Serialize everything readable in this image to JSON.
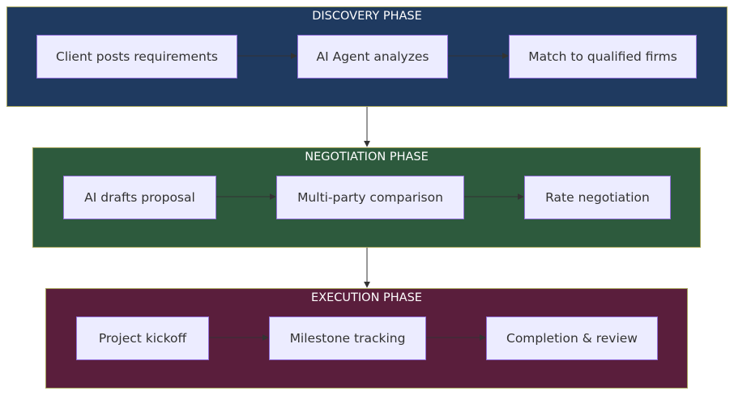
{
  "phases": [
    {
      "title": "DISCOVERY PHASE",
      "color": "#1f3a60",
      "steps": [
        "Client posts requirements",
        "AI Agent analyzes",
        "Match to qualified firms"
      ]
    },
    {
      "title": "NEGOTIATION PHASE",
      "color": "#2d5a3d",
      "steps": [
        "AI drafts proposal",
        "Multi-party comparison",
        "Rate negotiation"
      ]
    },
    {
      "title": "EXECUTION PHASE",
      "color": "#5a1e3c",
      "steps": [
        "Project kickoff",
        "Milestone tracking",
        "Completion & review"
      ]
    }
  ],
  "colors": {
    "node_fill": "#ececff",
    "node_border": "#9370db",
    "edge": "#333333"
  }
}
